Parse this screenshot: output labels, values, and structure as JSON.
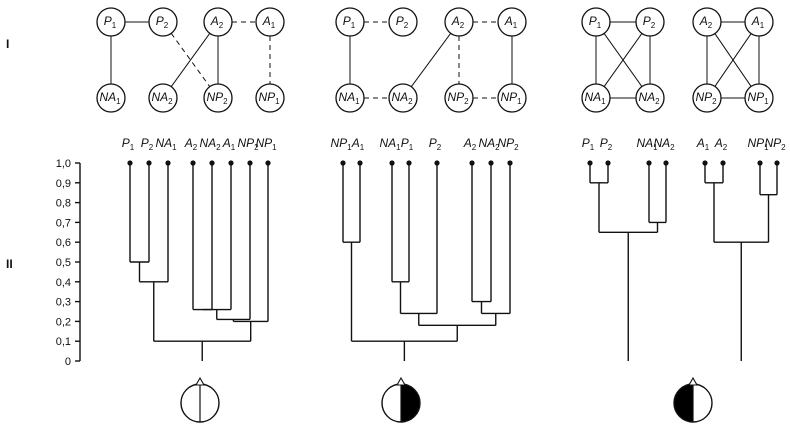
{
  "row_labels": [
    "I",
    "II"
  ],
  "axis": {
    "ticks": [
      "1,0",
      "0,9",
      "0,8",
      "0,7",
      "0,6",
      "0,5",
      "0,4",
      "0,3",
      "0,2",
      "0,1",
      "0"
    ]
  },
  "graphs": [
    {
      "nodes": [
        {
          "id": "P1",
          "b": "P",
          "s": "1"
        },
        {
          "id": "P2",
          "b": "P",
          "s": "2"
        },
        {
          "id": "A2",
          "b": "A",
          "s": "2"
        },
        {
          "id": "A1",
          "b": "A",
          "s": "1"
        },
        {
          "id": "NA1",
          "b": "NA",
          "s": "1"
        },
        {
          "id": "NA2",
          "b": "NA",
          "s": "2"
        },
        {
          "id": "NP2",
          "b": "NP",
          "s": "2"
        },
        {
          "id": "NP1",
          "b": "NP",
          "s": "1"
        }
      ],
      "edges": [
        {
          "a": "P1",
          "b": "P2",
          "style": "solid"
        },
        {
          "a": "P1",
          "b": "NA1",
          "style": "solid"
        },
        {
          "a": "A2",
          "b": "A1",
          "style": "dashed"
        },
        {
          "a": "A1",
          "b": "NP1",
          "style": "dashed"
        },
        {
          "a": "A2",
          "b": "NP2",
          "style": "solid"
        },
        {
          "a": "A2",
          "b": "NA2",
          "style": "solid"
        },
        {
          "a": "P2",
          "b": "NP2",
          "style": "dashed"
        }
      ]
    },
    {
      "nodes": [
        {
          "id": "P1",
          "b": "P",
          "s": "1"
        },
        {
          "id": "P2",
          "b": "P",
          "s": "2"
        },
        {
          "id": "A2",
          "b": "A",
          "s": "2"
        },
        {
          "id": "A1",
          "b": "A",
          "s": "1"
        },
        {
          "id": "NA1",
          "b": "NA",
          "s": "1"
        },
        {
          "id": "NA2",
          "b": "NA",
          "s": "2"
        },
        {
          "id": "NP2",
          "b": "NP",
          "s": "2"
        },
        {
          "id": "NP1",
          "b": "NP",
          "s": "1"
        }
      ],
      "edges": [
        {
          "a": "P1",
          "b": "P2",
          "style": "dashed"
        },
        {
          "a": "A2",
          "b": "A1",
          "style": "dashed"
        },
        {
          "a": "P1",
          "b": "NA1",
          "style": "solid"
        },
        {
          "a": "A2",
          "b": "NA2",
          "style": "solid"
        },
        {
          "a": "A2",
          "b": "NP2",
          "style": "dashed"
        },
        {
          "a": "A1",
          "b": "NP1",
          "style": "solid"
        },
        {
          "a": "NA1",
          "b": "NA2",
          "style": "dashed"
        },
        {
          "a": "NP2",
          "b": "NP1",
          "style": "dashed"
        }
      ]
    },
    {
      "nodes": [
        {
          "id": "P1",
          "b": "P",
          "s": "1"
        },
        {
          "id": "P2",
          "b": "P",
          "s": "2"
        },
        {
          "id": "NA1",
          "b": "NA",
          "s": "1"
        },
        {
          "id": "NA2",
          "b": "NA",
          "s": "2"
        }
      ],
      "edges": [
        {
          "a": "P1",
          "b": "P2",
          "style": "solid"
        },
        {
          "a": "P1",
          "b": "NA1",
          "style": "solid"
        },
        {
          "a": "P2",
          "b": "NA2",
          "style": "solid"
        },
        {
          "a": "NA1",
          "b": "NA2",
          "style": "solid"
        },
        {
          "a": "P1",
          "b": "NA2",
          "style": "solid"
        },
        {
          "a": "P2",
          "b": "NA1",
          "style": "solid"
        }
      ]
    },
    {
      "nodes": [
        {
          "id": "A2",
          "b": "A",
          "s": "2"
        },
        {
          "id": "A1",
          "b": "A",
          "s": "1"
        },
        {
          "id": "NP2",
          "b": "NP",
          "s": "2"
        },
        {
          "id": "NP1",
          "b": "NP",
          "s": "1"
        }
      ],
      "edges": [
        {
          "a": "A2",
          "b": "A1",
          "style": "solid"
        },
        {
          "a": "A2",
          "b": "NP2",
          "style": "solid"
        },
        {
          "a": "A1",
          "b": "NP1",
          "style": "solid"
        },
        {
          "a": "NP2",
          "b": "NP1",
          "style": "solid"
        },
        {
          "a": "A2",
          "b": "NP1",
          "style": "solid"
        },
        {
          "a": "A1",
          "b": "NP2",
          "style": "solid"
        }
      ]
    }
  ],
  "dendrograms": [
    {
      "leaves": [
        {
          "b": "P",
          "s": "1"
        },
        {
          "b": "P",
          "s": "2"
        },
        {
          "b": "NA",
          "s": "1"
        },
        {
          "b": "A",
          "s": "2"
        },
        {
          "b": "NA",
          "s": "2"
        },
        {
          "b": "A",
          "s": "1"
        },
        {
          "b": "NP",
          "s": "2"
        },
        {
          "b": "NP",
          "s": "1"
        }
      ],
      "merges": [
        {
          "a": 0,
          "b": 1,
          "level": 0.5
        },
        {
          "a": 8,
          "b": 2,
          "level": 0.4
        },
        {
          "a": 3,
          "b": 4,
          "level": 0.26
        },
        {
          "a": 10,
          "b": 5,
          "level": 0.26
        },
        {
          "a": 11,
          "b": 6,
          "level": 0.21
        },
        {
          "a": 12,
          "b": 7,
          "level": 0.2
        },
        {
          "a": 9,
          "b": 13,
          "level": 0.1
        }
      ],
      "stem_to": 0
    },
    {
      "leaves": [
        {
          "b": "NP",
          "s": "1"
        },
        {
          "b": "A",
          "s": "1"
        },
        {
          "b": "NA",
          "s": "1"
        },
        {
          "b": "P",
          "s": "1"
        },
        {
          "b": "P",
          "s": "2"
        },
        {
          "b": "A",
          "s": "2"
        },
        {
          "b": "NA",
          "s": "2"
        },
        {
          "b": "NP",
          "s": "2"
        }
      ],
      "merges": [
        {
          "a": 0,
          "b": 1,
          "level": 0.6
        },
        {
          "a": 2,
          "b": 3,
          "level": 0.4
        },
        {
          "a": 9,
          "b": 4,
          "level": 0.24
        },
        {
          "a": 5,
          "b": 6,
          "level": 0.3
        },
        {
          "a": 11,
          "b": 7,
          "level": 0.24
        },
        {
          "a": 10,
          "b": 12,
          "level": 0.18
        },
        {
          "a": 8,
          "b": 13,
          "level": 0.1
        }
      ],
      "stem_to": 0
    },
    {
      "leaves": [
        {
          "b": "P",
          "s": "1"
        },
        {
          "b": "P",
          "s": "2"
        },
        {
          "b": "NA",
          "s": "1"
        },
        {
          "b": "NA",
          "s": "2"
        }
      ],
      "merges": [
        {
          "a": 0,
          "b": 1,
          "level": 0.9
        },
        {
          "a": 2,
          "b": 3,
          "level": 0.7
        },
        {
          "a": 4,
          "b": 5,
          "level": 0.65
        }
      ],
      "stem_to": 0
    },
    {
      "leaves": [
        {
          "b": "A",
          "s": "1"
        },
        {
          "b": "A",
          "s": "2"
        },
        {
          "b": "NP",
          "s": "1"
        },
        {
          "b": "NP",
          "s": "2"
        }
      ],
      "merges": [
        {
          "a": 0,
          "b": 1,
          "level": 0.9
        },
        {
          "a": 2,
          "b": 3,
          "level": 0.84
        },
        {
          "a": 4,
          "b": 5,
          "level": 0.6
        }
      ],
      "stem_to": 0
    }
  ],
  "brain_icons": [
    {
      "fill": "none"
    },
    {
      "fill": "right"
    },
    {
      "fill": "left"
    }
  ],
  "colors": {
    "ink": "#111111",
    "fill": "#000000",
    "background": "#ffffff"
  }
}
